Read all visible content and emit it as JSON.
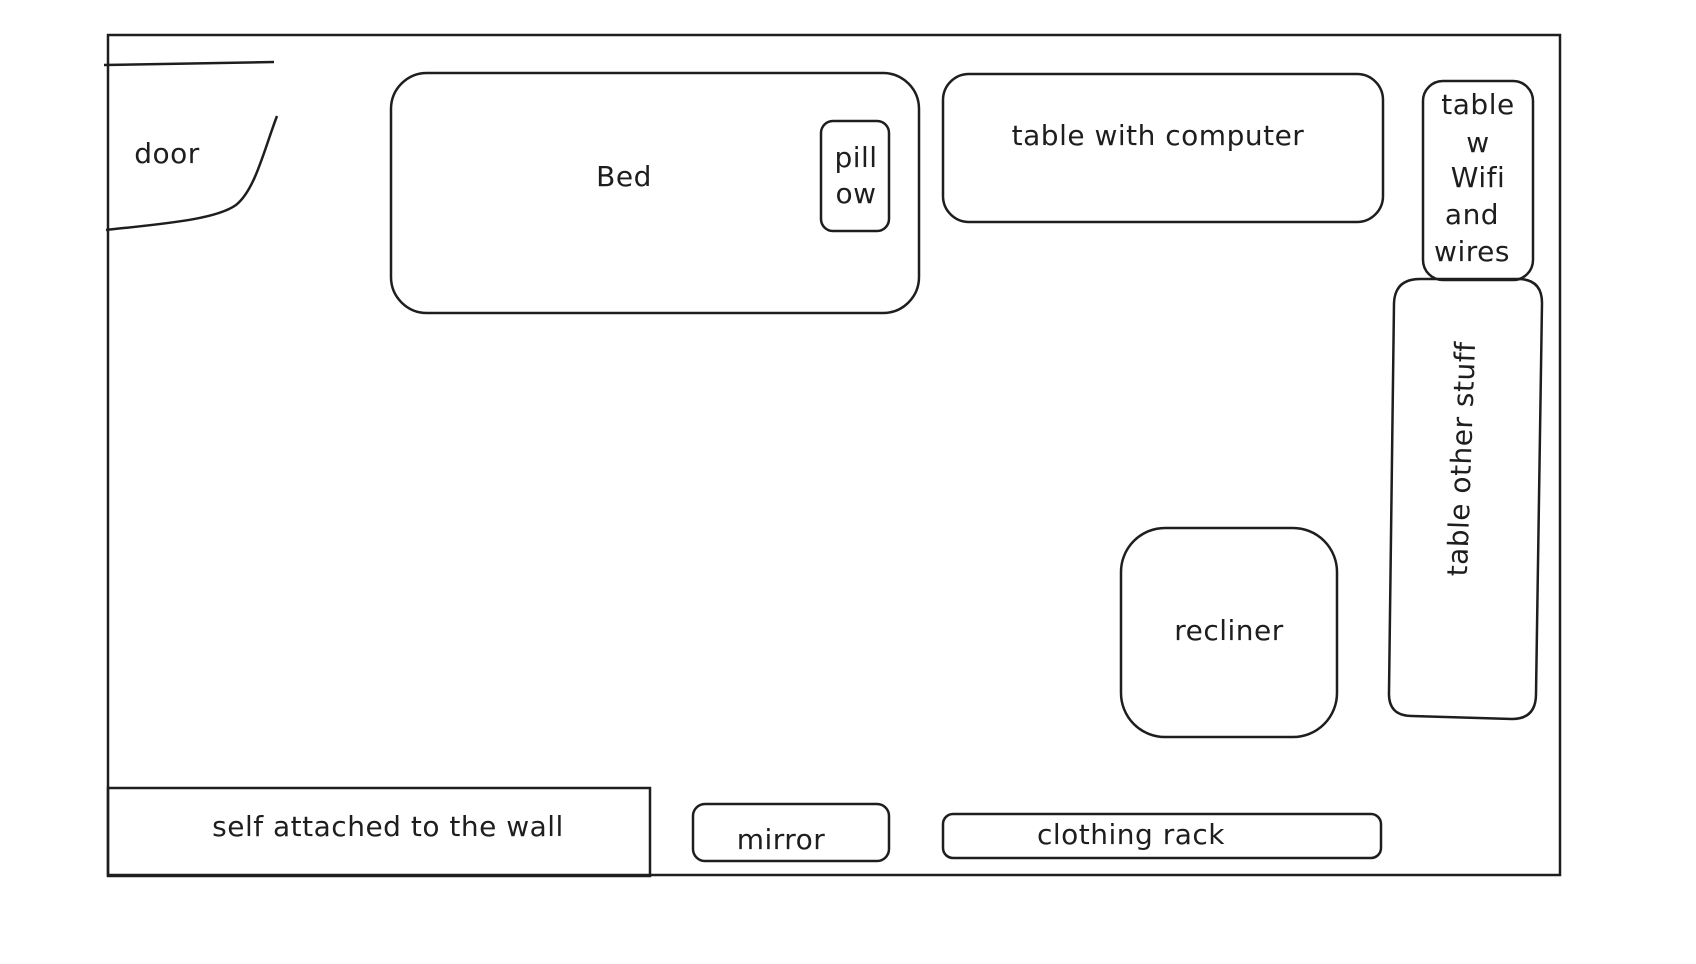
{
  "room": {
    "door_label": "door",
    "bed_label": "Bed",
    "pillow_label_lines": [
      "pill",
      "ow"
    ],
    "computer_table_label": "table with computer",
    "wifi_table_label_lines": [
      "table",
      "w",
      "Wifi",
      "and",
      "wires"
    ],
    "other_table_label": "table other stuff",
    "recliner_label": "recliner",
    "shelf_label": "self attached to the wall",
    "mirror_label": "mirror",
    "clothing_rack_label": "clothing rack"
  },
  "colors": {
    "stroke": "#1e1e1e",
    "background": "#ffffff"
  }
}
